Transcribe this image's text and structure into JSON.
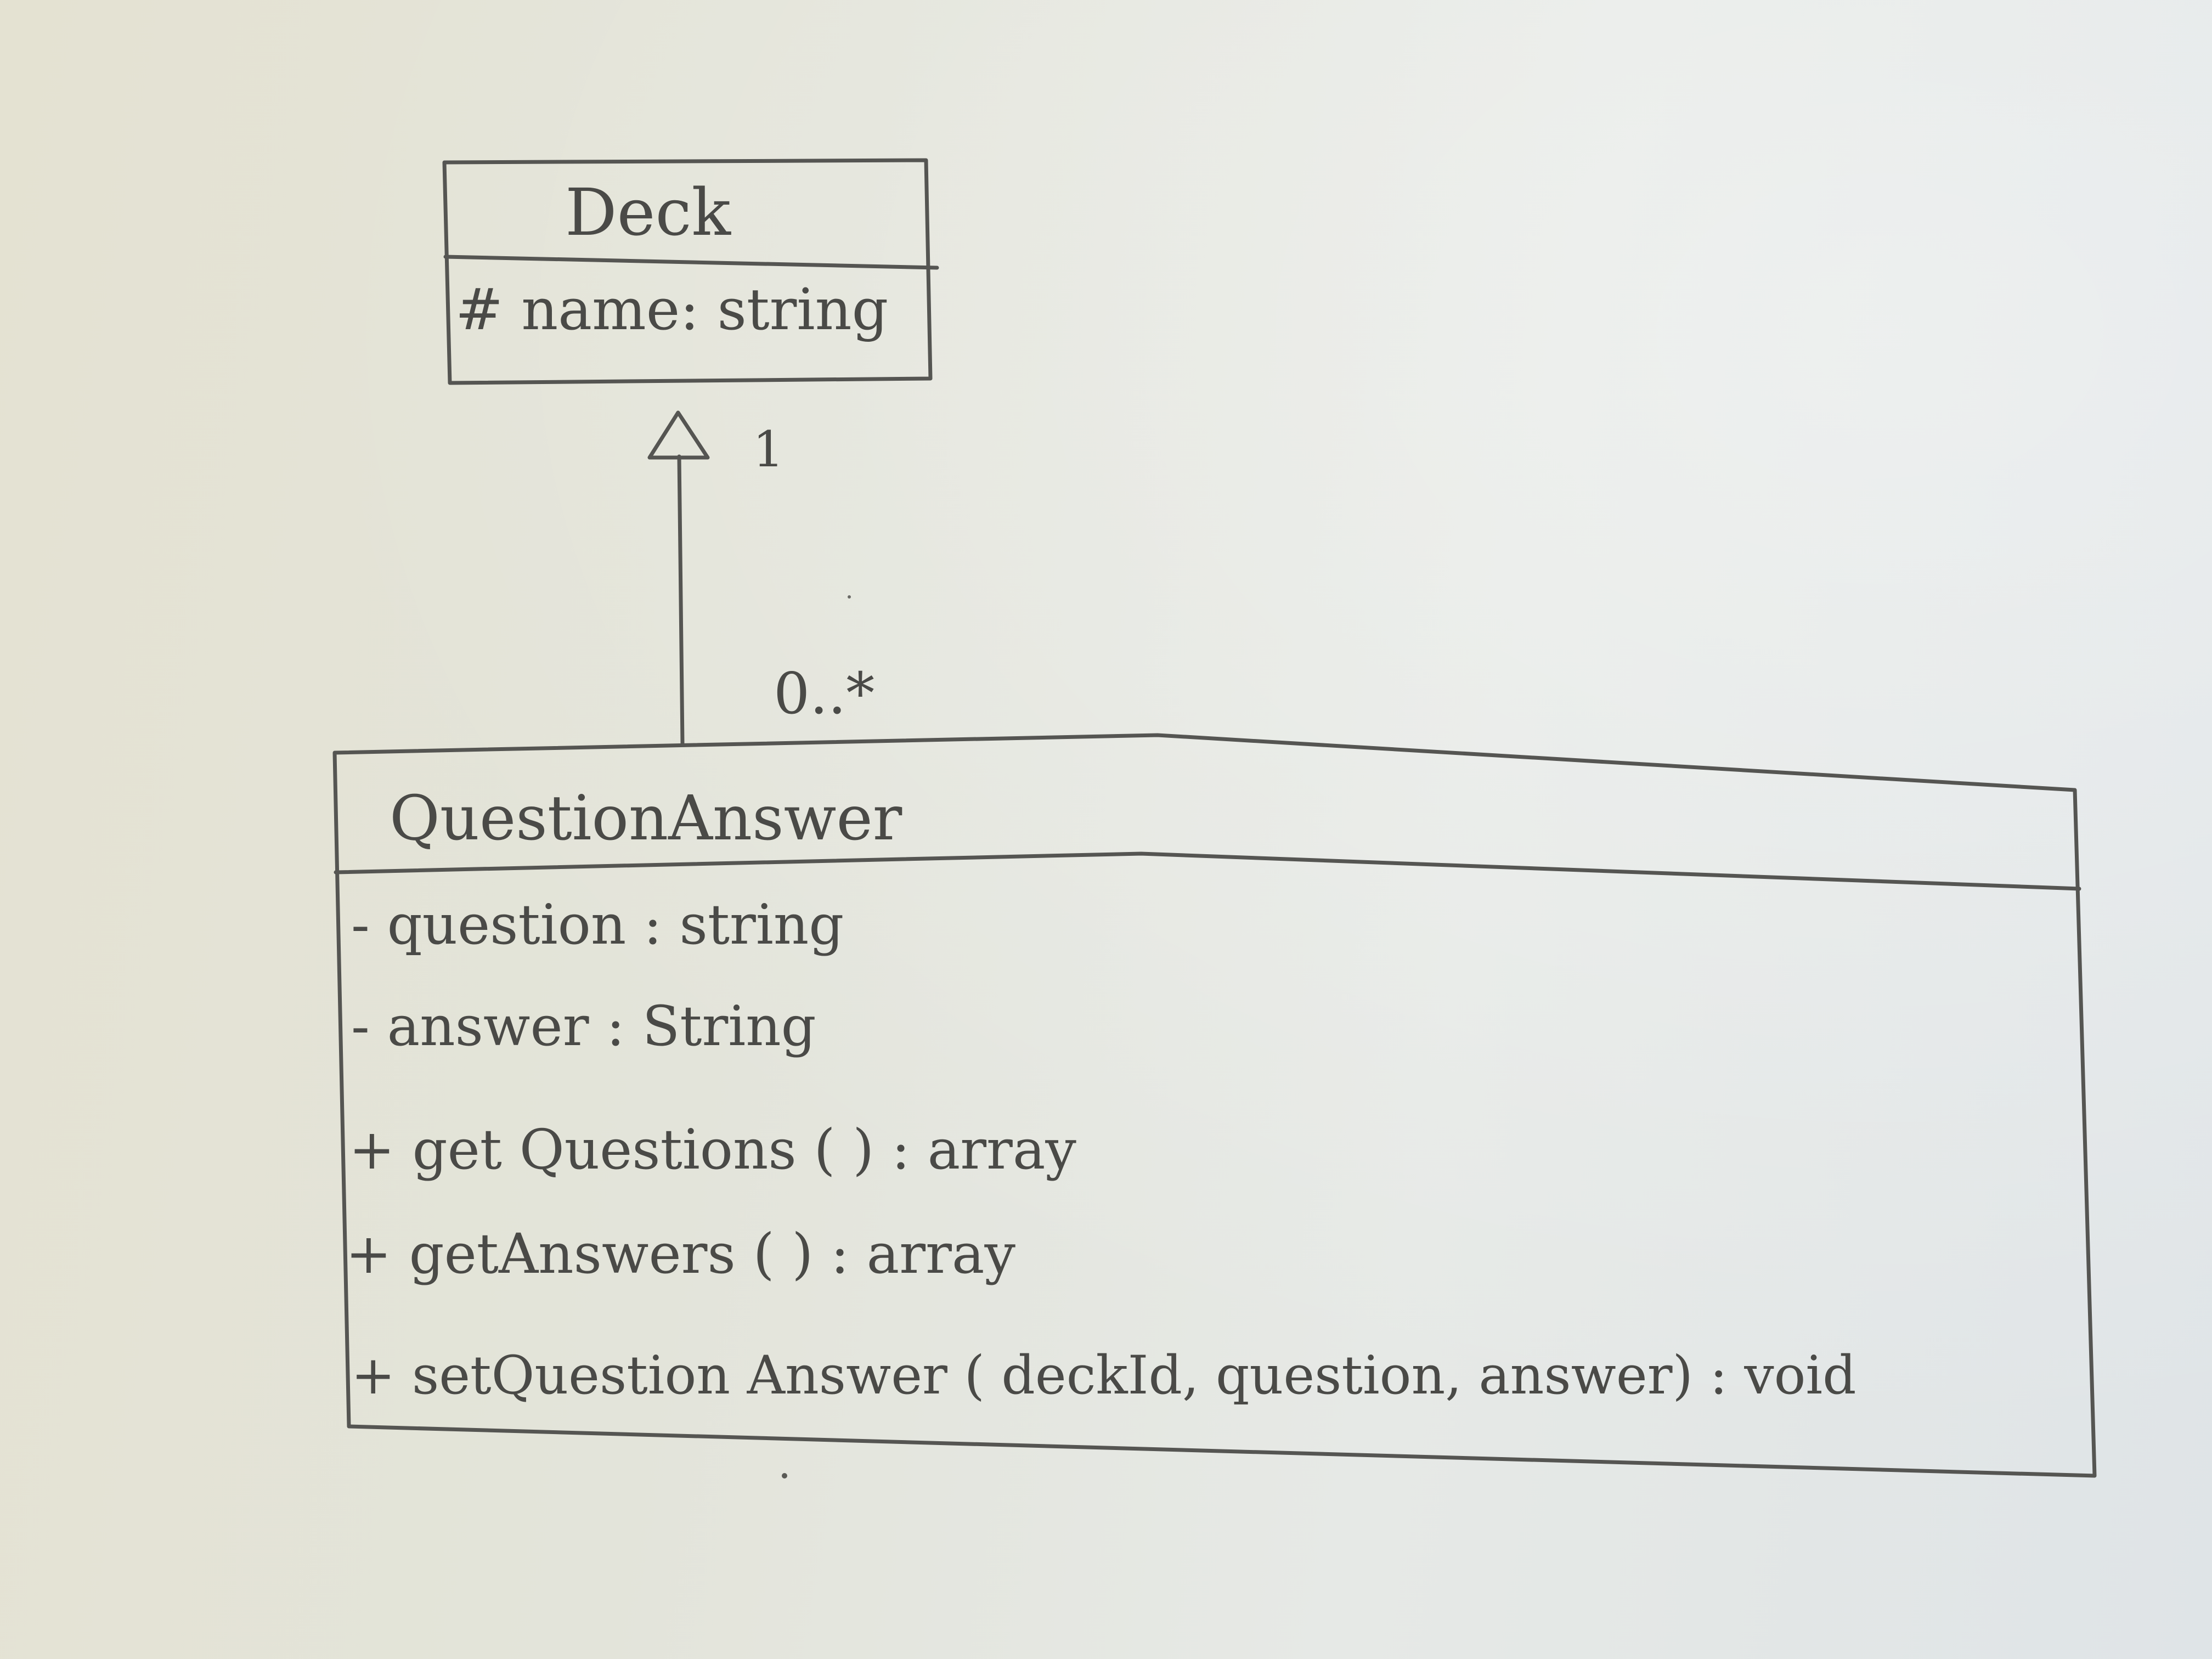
{
  "deck_class": {
    "name": "Deck",
    "attributes": [
      "# name: string"
    ]
  },
  "question_answer_class": {
    "name": "QuestionAnswer",
    "attributes": [
      "- question : string",
      "- answer : String"
    ],
    "methods": [
      "+ get Questions ( ) : array",
      "+ getAnswers ( ) : array",
      "+ setQuestion Answer ( deckId, question, answer) : void"
    ]
  },
  "association": {
    "deck_multiplicity": "1",
    "question_answer_multiplicity": "0..*"
  }
}
